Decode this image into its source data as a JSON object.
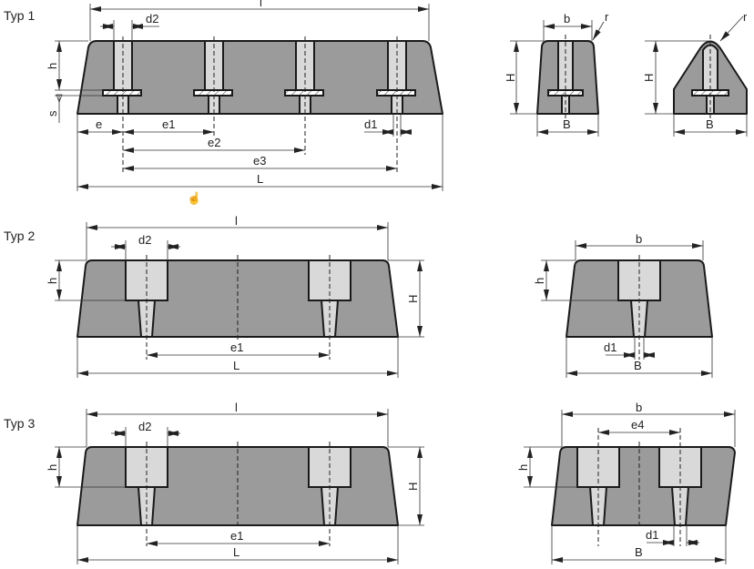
{
  "colors": {
    "body": "#9b9b9b",
    "hole": "#d9d9d9",
    "outline": "#1a1a1a"
  },
  "types": [
    {
      "title": "Typ 1",
      "front": {
        "l": "l",
        "d2": "d2",
        "h": "h",
        "s": "s",
        "e": "e",
        "e1": "e1",
        "e2": "e2",
        "e3": "e3",
        "d1": "d1",
        "L": "L"
      },
      "side_a": {
        "b": "b",
        "r": "r",
        "H": "H",
        "B": "B"
      },
      "side_b": {
        "r": "r",
        "H": "H",
        "B": "B"
      }
    },
    {
      "title": "Typ 2",
      "front": {
        "l": "l",
        "d2": "d2",
        "h": "h",
        "H": "H",
        "e1": "e1",
        "L": "L"
      },
      "side": {
        "b": "b",
        "h": "h",
        "d1": "d1",
        "B": "B"
      }
    },
    {
      "title": "Typ 3",
      "front": {
        "l": "l",
        "d2": "d2",
        "h": "h",
        "H": "H",
        "e1": "e1",
        "L": "L"
      },
      "side": {
        "b": "b",
        "e4": "e4",
        "h": "h",
        "d1": "d1",
        "B": "B"
      }
    }
  ],
  "cursor": "hand-cursor-icon"
}
